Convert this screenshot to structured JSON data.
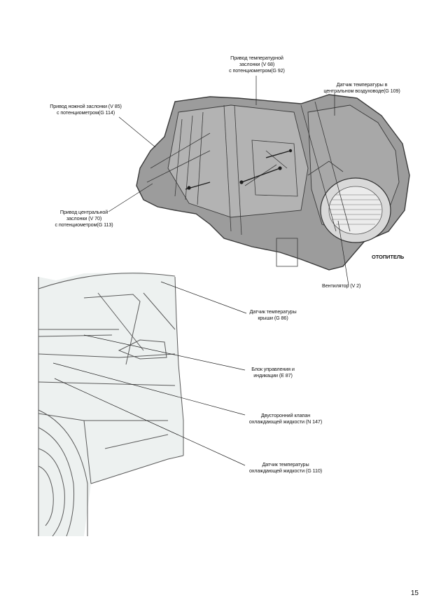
{
  "labels": {
    "temp_flap": [
      "Привод температурной",
      "заслонки (V 68)",
      "с потенциометром(G 92)"
    ],
    "temp_sensor_duct": [
      "Датчик температуры в",
      "центральном воздуховоде(G 109)"
    ],
    "foot_flap": [
      "Привод ножной заслонки (V 85)",
      "с потенциометром(G 114)"
    ],
    "central_flap": [
      "Привод центральной",
      "заслонки (V 70)",
      "с потенциометром(G 113)"
    ],
    "heater": "ОТОПИТЕЛЬ",
    "fan": "Вентилятор (V 2)",
    "roof_sensor": [
      "Датчик температуры",
      "крыши (G 86)"
    ],
    "control_unit": [
      "Блок управления и",
      "индикации (E 87)"
    ],
    "valve": [
      "Двусторонний клапан",
      "охлаждающей жидкости (N 147)"
    ],
    "coolant_sensor": [
      "Датчик температуры",
      "охлаждающей жидкости (G 110)"
    ]
  },
  "page_number": "15"
}
